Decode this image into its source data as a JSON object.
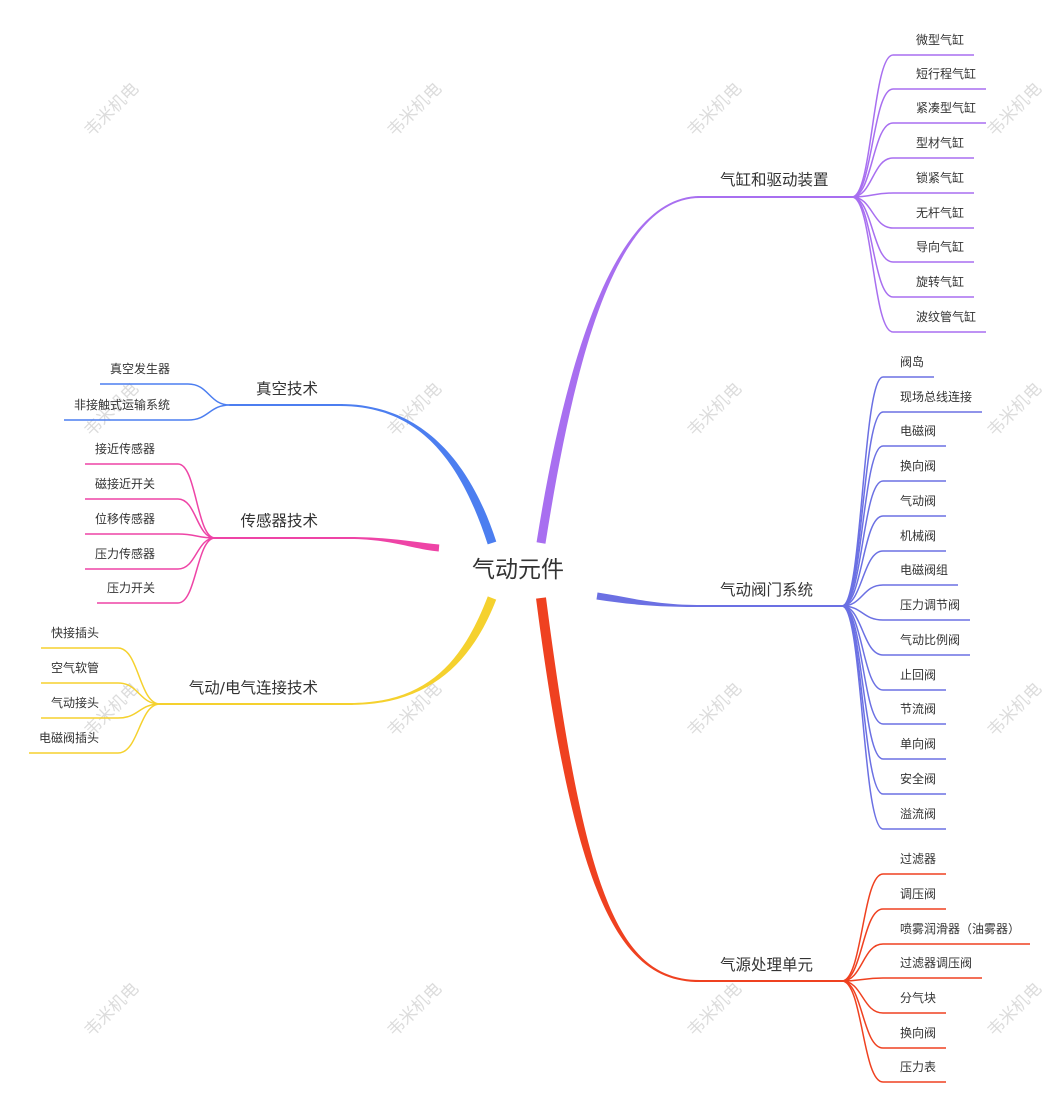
{
  "watermark": "韦米机电",
  "center": {
    "label": "气动元件"
  },
  "branches": {
    "right": [
      {
        "label": "气缸和驱动装置",
        "color": "#a86ff0",
        "children": [
          "微型气缸",
          "短行程气缸",
          "紧凑型气缸",
          "型材气缸",
          "锁紧气缸",
          "无杆气缸",
          "导向气缸",
          "旋转气缸",
          "波纹管气缸"
        ]
      },
      {
        "label": "气动阀门系统",
        "color": "#6b70e3",
        "children": [
          "阀岛",
          "现场总线连接",
          "电磁阀",
          "换向阀",
          "气动阀",
          "机械阀",
          "电磁阀组",
          "压力调节阀",
          "气动比例阀",
          "止回阀",
          "节流阀",
          "单向阀",
          "安全阀",
          "溢流阀"
        ]
      },
      {
        "label": "气源处理单元",
        "color": "#ef4120",
        "children": [
          "过滤器",
          "调压阀",
          "喷雾润滑器（油雾器）",
          "过滤器调压阀",
          "分气块",
          "换向阀",
          "压力表"
        ]
      }
    ],
    "left": [
      {
        "label": "真空技术",
        "color": "#4c7ef0",
        "children": [
          "真空发生器",
          "非接触式运输系统"
        ]
      },
      {
        "label": "传感器技术",
        "color": "#ee44a6",
        "children": [
          "接近传感器",
          "磁接近开关",
          "位移传感器",
          "压力传感器",
          "压力开关"
        ]
      },
      {
        "label": "气动/电气连接技术",
        "color": "#f5d12e",
        "children": [
          "快接插头",
          "空气软管",
          "气动接头",
          "电磁阀插头"
        ]
      }
    ]
  },
  "text_color": "#333333",
  "watermark_color": "#dcdcdc"
}
